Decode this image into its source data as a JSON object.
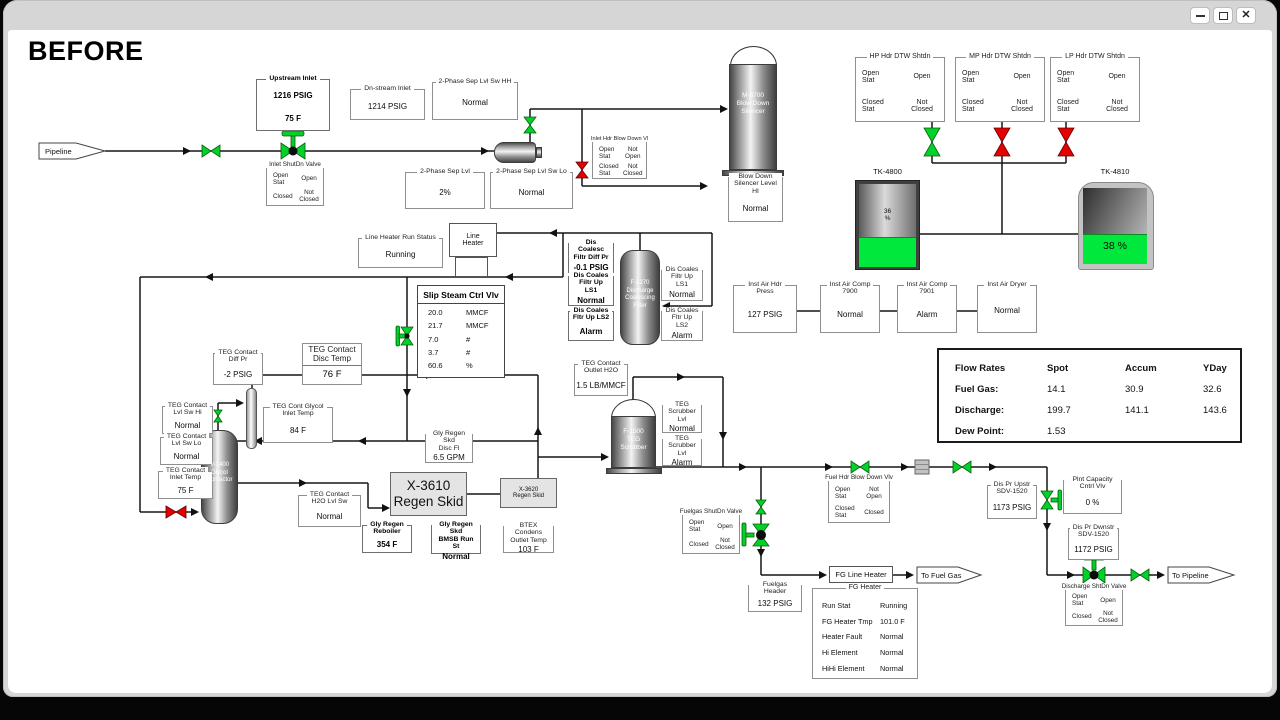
{
  "window": {
    "minimize_glyph": "–",
    "close_glyph": "✕"
  },
  "header": {
    "title": "BEFORE"
  },
  "colors": {
    "valve_open": "#00d22a",
    "valve_closed": "#e60000",
    "tank_level_green": "#00e83c"
  },
  "valves": {
    "inlet-block": "open",
    "inlet-esd": "open",
    "sep-vent": "open",
    "inlet-hdr-blowdown": "closed",
    "hp-hdr-dtw": "open",
    "mp-hdr-dtw": "closed",
    "lp-hdr-dtw": "closed",
    "slip-steam-ctrl": "open",
    "contactor-inlet": "open",
    "contactor-drain": "closed",
    "fuelgas-branch": "open",
    "fuelgas-esd": "open",
    "scrubber-outlet-a": "open",
    "scrubber-outlet-b": "open",
    "sdv-1520": "open",
    "discharge-esd": "open",
    "discharge-block": "open"
  },
  "shapes": {
    "pipeline": "Pipeline",
    "to_fuel_gas": "To Fuel Gas",
    "to_pipeline": "To Pipeline"
  },
  "equipment": {
    "line_heater": "Line\nHeater",
    "fg_line_heater": "FG Line Heater",
    "x3610": "X-3610\nRegen Skid",
    "x3620": "X-3620\nRegen Skid",
    "silencer": "M-8700\nBlow Down\nSilencer",
    "f1270": "F-1270\nDischarge\nCoalescing\nFilter",
    "f1500": "F-1500\nTEG\nScrubber",
    "v1400": "V-1400\nGlycol\nContactor",
    "tk4800_label": "TK-4800",
    "tk4800_level": "36\n%",
    "tk4810_label": "TK-4810",
    "tk4810_level": "38 %"
  },
  "fields": {
    "upstream_inlet": {
      "title": "Upstream Inlet",
      "value": "1216 PSIG",
      "value2": "75 F"
    },
    "dnstream_inlet": {
      "title": "Dn-stream Inlet",
      "value": "1214 PSIG"
    },
    "sep_lvl_sw_hh": {
      "title": "2-Phase Sep Lvl Sw HH",
      "value": "Normal"
    },
    "sep_lvl": {
      "title": "2-Phase Sep Lvl",
      "value": "2%"
    },
    "sep_lvl_sw_lo": {
      "title": "2-Phase Sep Lvl Sw Lo",
      "value": "Normal"
    },
    "bds_level_hi": {
      "title": "Blow Down\nSilencer Level HI",
      "value": "Normal"
    },
    "line_heater_run": {
      "title": "Line Heater Run Status",
      "value": "Running"
    },
    "dis_coalesc_diff": {
      "title": "Dis Coalesc\nFiltr Diff Pr",
      "value": "-0.1 PSIG"
    },
    "dis_ls1_l": {
      "title": "Dis Coales\nFiltr Up LS1",
      "value": "Normal"
    },
    "dis_ls2_l": {
      "title": "Dis Coales\nFltr Up LS2",
      "value": "Alarm"
    },
    "dis_ls1_r": {
      "title": "Dis Coales\nFiltr Up LS1",
      "value": "Normal"
    },
    "dis_ls2_r": {
      "title": "Dis Coales\nFltr Up LS2",
      "value": "Alarm"
    },
    "inst_air_hdr": {
      "title": "Inst Air Hdr\nPress",
      "value": "127 PSIG"
    },
    "inst_air_7900": {
      "title": "Inst Air Comp\n7900",
      "value": "Normal"
    },
    "inst_air_7901": {
      "title": "Inst Air Comp\n7901",
      "value": "Alarm"
    },
    "inst_air_dryer": {
      "title": "Inst Air Dryer",
      "value": "Normal"
    },
    "teg_diff_pr": {
      "title": "TEG Contact\nDiff Pr",
      "value": "-2 PSIG"
    },
    "teg_disc_temp": {
      "title": "TEG Contact\nDisc Temp",
      "value": "76 F"
    },
    "teg_lvl_hi": {
      "title": "TEG Contact\nLvl Sw Hi",
      "value": "Normal"
    },
    "teg_lvl_lo": {
      "title": "TEG Contact\nLvl Sw Lo",
      "value": "Normal"
    },
    "teg_inlet_temp": {
      "title": "TEG Contact\nInlet Temp",
      "value": "75 F"
    },
    "teg_glycol_inlet": {
      "title": "TEG Cont Glycol\nInlet Temp",
      "value": "84 F"
    },
    "teg_h2o_lvl": {
      "title": "TEG Contact\nH2O Lvl Sw",
      "value": "Normal"
    },
    "gly_disc_fl": {
      "title": "Gly Regen Skd\nDisc Fl",
      "value": "6.5 GPM"
    },
    "gly_reboiler": {
      "title": "Gly Regen\nReboiler",
      "value": "354 F"
    },
    "gly_bmsb": {
      "title": "Gly Regen Skd\nBMSB Run St",
      "value": "Normal"
    },
    "btex": {
      "title": "BTEX Condens\nOutlet Temp",
      "value": "103 F"
    },
    "teg_outlet_h2o": {
      "title": "TEG Contact\nOutlet H2O",
      "value": "1.5 LB/MMCF"
    },
    "scrub_lvl_1": {
      "title": "TEG\nScrubber Lvl",
      "value": "Normal"
    },
    "scrub_lvl_2": {
      "title": "TEG\nScrubber Lvl",
      "value": "Alarm"
    },
    "fuelgas_header": {
      "title": "Fuelgas Header",
      "value": "132 PSIG"
    },
    "dis_pr_upstr": {
      "title": "Dis Pr Upstr\nSDV-1520",
      "value": "1173 PSIG"
    },
    "plnt_capacity": {
      "title": "Plnt Capacity Cntrl Vlv",
      "value": "0 %"
    },
    "dis_pr_dwnstr": {
      "title": "Dis Pr Dwnstr\nSDV-1520",
      "value": "1172 PSIG"
    }
  },
  "status": {
    "inlet_shutdn": {
      "title": "Inlet ShutDn Valve",
      "ol": "Open Stat",
      "ov": "Open",
      "cl": "Closed",
      "cv": "Not\nClosed"
    },
    "inlet_hdr_bdv": {
      "title": "Inlet Hdr Blow Down Vl",
      "ol": "Open\nStat",
      "ov": "Not\nOpen",
      "cl": "Closed\nStat",
      "cv": "Not\nClosed"
    },
    "hp_dtw": {
      "title": "HP Hdr DTW Shtdn",
      "ol": "Open\nStat",
      "ov": "Open",
      "cl": "Closed\nStat",
      "cv": "Not\nClosed"
    },
    "mp_dtw": {
      "title": "MP Hdr DTW Shtdn",
      "ol": "Open\nStat",
      "ov": "Open",
      "cl": "Closed\nStat",
      "cv": "Not\nClosed"
    },
    "lp_dtw": {
      "title": "LP Hdr DTW Shtdn",
      "ol": "Open\nStat",
      "ov": "Open",
      "cl": "Closed\nStat",
      "cv": "Not\nClosed"
    },
    "fuel_hdr_bdv": {
      "title": "Fuel Hdr Blow Down Vlv",
      "ol": "Open\nStat",
      "ov": "Not\nOpen",
      "cl": "Closed\nStat",
      "cv": "Closed"
    },
    "fuelgas_shutdn": {
      "title": "Fuelgas ShutDn Valve",
      "ol": "Open\nStat",
      "ov": "Open",
      "cl": "Closed",
      "cv": "Not\nClosed"
    },
    "discharge_shtdn": {
      "title": "Discharge ShtDn Valve",
      "ol": "Open\nStat",
      "ov": "Open",
      "cl": "Closed",
      "cv": "Not\nClosed"
    }
  },
  "tables": {
    "slip_steam": {
      "title": "Slip Steam Ctrl Vlv",
      "rows": [
        [
          "20.0",
          "MMCF"
        ],
        [
          "21.7",
          "MMCF"
        ],
        [
          "7.0",
          "#"
        ],
        [
          "3.7",
          "#"
        ],
        [
          "60.6",
          "%"
        ]
      ]
    },
    "flow_rates": {
      "headers": [
        "Flow Rates",
        "Spot",
        "Accum",
        "YDay"
      ],
      "rows": [
        [
          "Fuel Gas:",
          "14.1",
          "30.9",
          "32.6"
        ],
        [
          "Discharge:",
          "199.7",
          "141.1",
          "143.6"
        ],
        [
          "Dew Point:",
          "1.53",
          "",
          ""
        ]
      ]
    },
    "fg_heater": {
      "title": "FG Heater",
      "rows": [
        [
          "Run Stat",
          "Running"
        ],
        [
          "FG Heater Tmp",
          "101.0 F"
        ],
        [
          "Heater Fault",
          "Normal"
        ],
        [
          "Hi Element",
          "Normal"
        ],
        [
          "HiHi Element",
          "Normal"
        ]
      ]
    }
  }
}
